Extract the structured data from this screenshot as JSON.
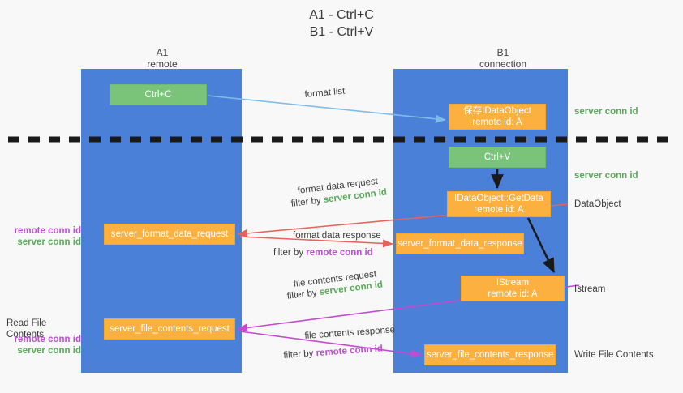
{
  "title": "A1 - Ctrl+C\nB1 - Ctrl+V",
  "columns": {
    "left": "A1\nremote",
    "right": "B1\nconnection"
  },
  "boxes": {
    "ctrl_c": "Ctrl+C",
    "save_idataobject": "保存IDataObject\nremote id: A",
    "ctrl_v": "Ctrl+V",
    "getdata": "IDataObject::GetData\nremote id: A",
    "server_format_data_request": "server_format_data_request",
    "server_format_data_response": "server_format_data_response",
    "istream": "IStream\nremote id: A",
    "server_file_contents_request": "server_file_contents_request",
    "server_file_contents_response": "server_file_contents_response"
  },
  "right_labels": {
    "server_conn_id_1": "server conn id",
    "server_conn_id_2": "server conn id",
    "dataobject": "DataObject",
    "istream": "Istream",
    "write_file_contents": "Write File Contents"
  },
  "left_labels": {
    "remote_conn_id_1": "remote conn id",
    "server_conn_id_1": "server conn id",
    "read_file_contents": "Read File Contents",
    "remote_conn_id_2": "remote conn id",
    "server_conn_id_2": "server conn id"
  },
  "captions": {
    "format_list": "format list",
    "format_data_request": "format data request",
    "filter_by": "filter by",
    "server_conn_id": "server conn id",
    "remote_conn_id": "remote conn id",
    "format_data_response": "format data response",
    "file_contents_request": "file contents request",
    "file_contents_response": "file contents response"
  },
  "colors": {
    "lane": "#4a80d8",
    "green_box": "#7ac47a",
    "orange_box": "#fbb040",
    "server_conn_id": "#5aa85a",
    "remote_conn_id": "#bb4fd0",
    "arrow_red": "#e8615a",
    "arrow_purple": "#c44ad0",
    "arrow_blue": "#7fbde8",
    "arrow_black": "#1a1a1a",
    "background": "#f8f8f8"
  }
}
